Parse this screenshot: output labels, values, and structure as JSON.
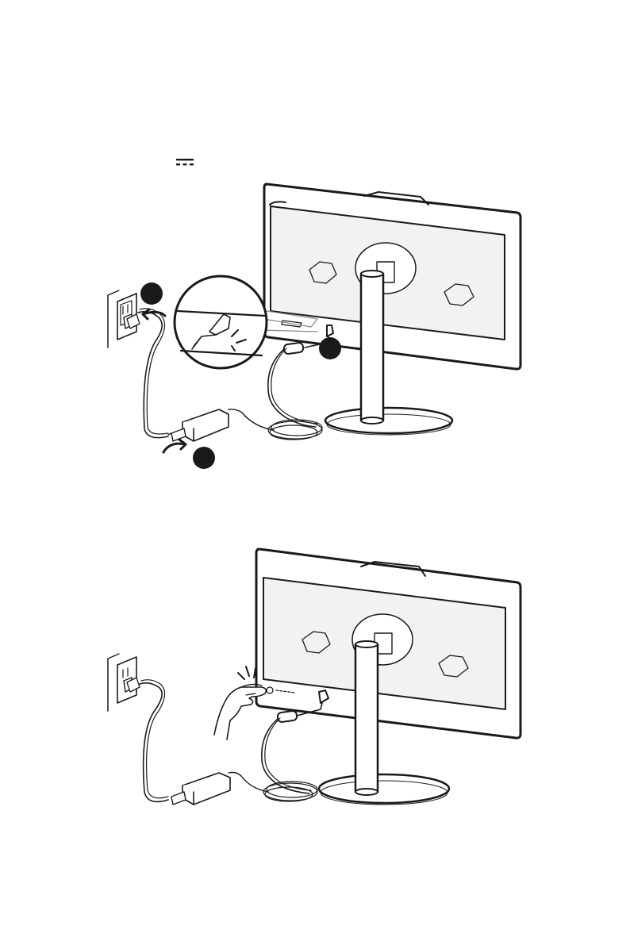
{
  "document": {
    "symbols": {
      "dc_power": "dc-power-symbol"
    },
    "figures": [
      {
        "id": "connect-power",
        "step_markers": [
          "",
          "",
          ""
        ],
        "icons": [
          "wall-outlet-icon",
          "power-adapter-icon",
          "dc-connector-icon",
          "zoom-callout-icon"
        ]
      },
      {
        "id": "power-on",
        "icons": [
          "wall-outlet-icon",
          "power-adapter-icon",
          "hand-pressing-power-button-icon"
        ]
      }
    ],
    "colors": {
      "line": "#1a1a1a",
      "fill_light": "#ffffff",
      "screen_gray": "#f2f2f2"
    }
  }
}
